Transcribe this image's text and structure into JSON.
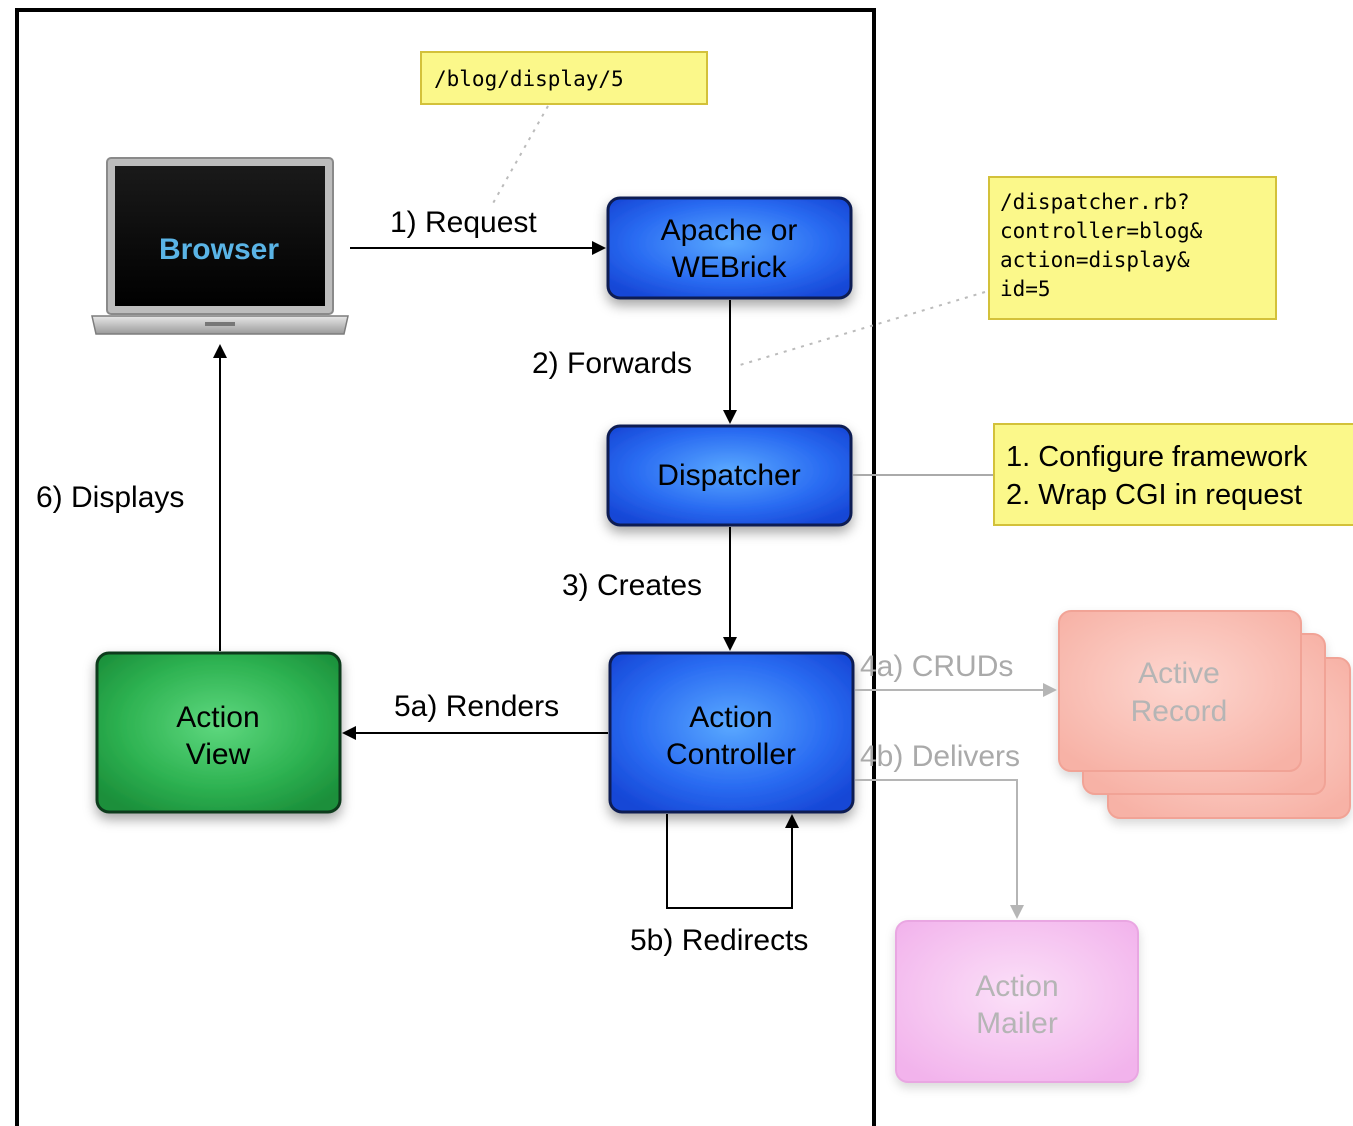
{
  "browser": {
    "label": "Browser"
  },
  "boxes": {
    "apache": {
      "line1": "Apache or",
      "line2": "WEBrick"
    },
    "dispatcher": {
      "label": "Dispatcher"
    },
    "controller": {
      "line1": "Action",
      "line2": "Controller"
    },
    "view": {
      "line1": "Action",
      "line2": "View"
    },
    "active_record": {
      "line1": "Active",
      "line2": "Record"
    },
    "mailer": {
      "line1": "Action",
      "line2": "Mailer"
    }
  },
  "edges": {
    "request": "1) Request",
    "forwards": "2) Forwards",
    "creates": "3) Creates",
    "cruds": "4a) CRUDs",
    "delivers": "4b) Delivers",
    "renders": "5a) Renders",
    "redirects": "5b) Redirects",
    "displays": "6) Displays"
  },
  "notes": {
    "url": "/blog/display/5",
    "dispatch_url": [
      "/dispatcher.rb?",
      "controller=blog&",
      "action=display&",
      "id=5"
    ],
    "dispatcher_tasks": [
      "1. Configure framework",
      "2. Wrap CGI in request"
    ]
  },
  "colors": {
    "blue_box": "#1f5fee",
    "green_box": "#23a447",
    "note_fill": "#fbf88a",
    "note_border": "#d3c13a",
    "record_fill": "#fbc4bb",
    "mailer_fill": "#f6c6f1"
  }
}
